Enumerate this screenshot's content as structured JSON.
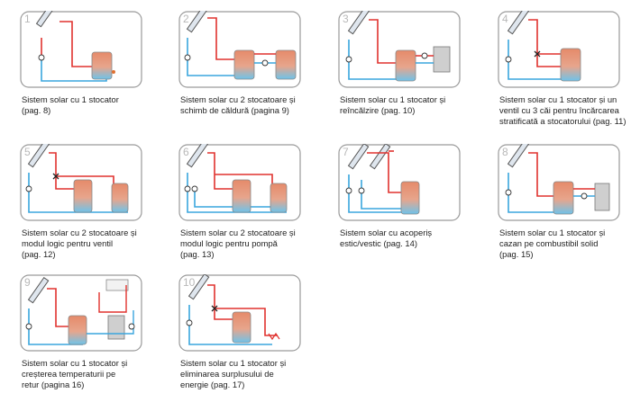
{
  "diagrams": [
    {
      "number": "1",
      "caption": "Sistem solar cu 1 stocator\n(pag. 8)"
    },
    {
      "number": "2",
      "caption": "Sistem solar cu 2 stocatoare și\nschimb de căldură (pagina 9)"
    },
    {
      "number": "3",
      "caption": "Sistem solar cu 1 stocator și\nreîncălzire (pag. 10)"
    },
    {
      "number": "4",
      "caption": "Sistem solar cu 1 stocator și un\nventil cu 3 căi pentru încărcarea\nstratificată a stocatorului (pag. 11)"
    },
    {
      "number": "5",
      "caption": "Sistem solar cu 2 stocatoare și\nmodul logic pentru ventil\n(pag. 12)"
    },
    {
      "number": "6",
      "caption": "Sistem solar cu 2 stocatoare și\nmodul logic pentru pompă\n(pag. 13)"
    },
    {
      "number": "7",
      "caption": "Sistem solar cu acoperiș\nestic/vestic (pag.  14)"
    },
    {
      "number": "8",
      "caption": "Sistem solar cu 1 stocator și\ncazan pe combustibil solid\n(pag. 15)"
    },
    {
      "number": "9",
      "caption": "Sistem solar cu 1 stocator și\ncreșterea temperaturii pe\nretur (pagina 16)"
    },
    {
      "number": "10",
      "caption": "Sistem solar cu 1 stocator și\neliminarea surplusului de\nenergie (pag. 17)"
    }
  ],
  "colors": {
    "hot": "#e0322e",
    "cold": "#3aa6de",
    "frame": "#9a9a9a",
    "tank_top": "#e58a6a",
    "tank_bottom": "#6ec3ea"
  }
}
